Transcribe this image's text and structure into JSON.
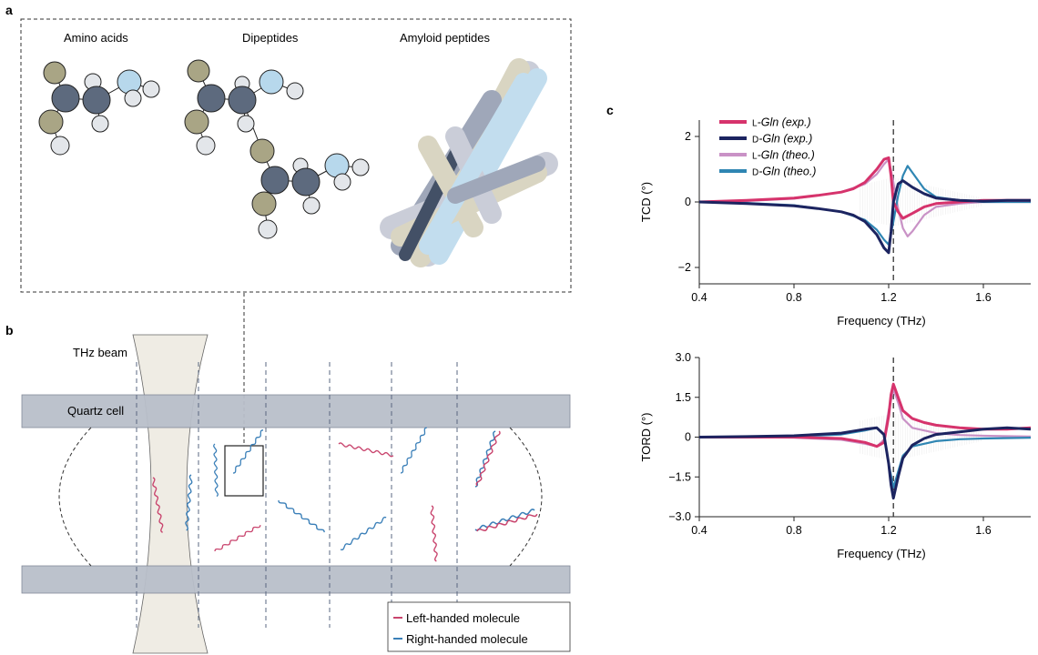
{
  "panels": {
    "a": {
      "letter": "a",
      "categories": [
        "Amino acids",
        "Dipeptides",
        "Amyloid peptides"
      ]
    },
    "b": {
      "letter": "b",
      "beam_label": "THz beam",
      "cell_label": "Quartz cell",
      "legend": [
        {
          "label": "Left-handed molecule",
          "color": "#c9456e"
        },
        {
          "label": "Right-handed molecule",
          "color": "#3a7fb8"
        }
      ]
    },
    "c": {
      "letter": "c"
    }
  },
  "colors": {
    "L_exp": "#d6336c",
    "D_exp": "#1c2460",
    "L_theo": "#c992c6",
    "D_theo": "#2f86b3",
    "atom_dark": "#5d6a7e",
    "atom_olive": "#a9a585",
    "atom_light_blue": "#b7d8ec",
    "atom_light": "#e3e6ea",
    "quartz": "#b9bfca",
    "beam": "#efece4"
  },
  "chart_data": [
    {
      "type": "line",
      "xlabel": "Frequency (THz)",
      "ylabel": "TCD (°)",
      "xlim": [
        0.4,
        1.8
      ],
      "ylim": [
        -2.5,
        2.5
      ],
      "xticks": [
        "0.4",
        "0.8",
        "1.2",
        "1.6"
      ],
      "xtick_values": [
        0.4,
        0.8,
        1.2,
        1.6
      ],
      "yticks": [
        "2",
        "0",
        "−2"
      ],
      "ytick_values": [
        2,
        0,
        -2
      ],
      "vline": 1.22,
      "legend_placement": "top-left",
      "series": [
        {
          "name": "L-Gln (exp.)",
          "name_prefix": "L",
          "name_rest": "-Gln (exp.)",
          "color": "#d6336c",
          "x": [
            0.4,
            0.6,
            0.8,
            0.9,
            1.0,
            1.05,
            1.1,
            1.15,
            1.18,
            1.2,
            1.21,
            1.22,
            1.24,
            1.26,
            1.3,
            1.35,
            1.4,
            1.5,
            1.6,
            1.7,
            1.8
          ],
          "y": [
            0.0,
            0.05,
            0.12,
            0.2,
            0.3,
            0.4,
            0.6,
            1.0,
            1.3,
            1.35,
            0.8,
            0.0,
            -0.3,
            -0.5,
            -0.35,
            -0.15,
            -0.05,
            0.0,
            0.05,
            0.05,
            0.05
          ]
        },
        {
          "name": "D-Gln (exp.)",
          "name_prefix": "D",
          "name_rest": "-Gln (exp.)",
          "color": "#1c2460",
          "x": [
            0.4,
            0.6,
            0.8,
            0.9,
            1.0,
            1.05,
            1.1,
            1.15,
            1.18,
            1.2,
            1.21,
            1.22,
            1.24,
            1.26,
            1.3,
            1.35,
            1.4,
            1.5,
            1.6,
            1.7,
            1.8
          ],
          "y": [
            0.0,
            -0.05,
            -0.12,
            -0.2,
            -0.3,
            -0.4,
            -0.6,
            -1.0,
            -1.4,
            -1.55,
            -0.9,
            0.0,
            0.55,
            0.65,
            0.45,
            0.25,
            0.12,
            0.05,
            0.02,
            0.05,
            0.05
          ]
        },
        {
          "name": "L-Gln (theo.)",
          "name_prefix": "L",
          "name_rest": "-Gln (theo.)",
          "color": "#c992c6",
          "x": [
            0.4,
            0.6,
            0.8,
            1.0,
            1.1,
            1.15,
            1.18,
            1.2,
            1.22,
            1.24,
            1.26,
            1.28,
            1.3,
            1.35,
            1.4,
            1.5,
            1.6,
            1.8
          ],
          "y": [
            0.0,
            0.03,
            0.1,
            0.3,
            0.55,
            0.85,
            1.15,
            1.3,
            0.6,
            -0.2,
            -0.8,
            -1.05,
            -0.9,
            -0.4,
            -0.15,
            -0.05,
            0.0,
            0.0
          ]
        },
        {
          "name": "D-Gln (theo.)",
          "name_prefix": "D",
          "name_rest": "-Gln (theo.)",
          "color": "#2f86b3",
          "x": [
            0.4,
            0.6,
            0.8,
            1.0,
            1.1,
            1.15,
            1.18,
            1.2,
            1.22,
            1.24,
            1.26,
            1.28,
            1.3,
            1.35,
            1.4,
            1.5,
            1.6,
            1.8
          ],
          "y": [
            0.0,
            -0.03,
            -0.1,
            -0.3,
            -0.55,
            -0.85,
            -1.15,
            -1.3,
            -0.6,
            0.2,
            0.8,
            1.1,
            0.9,
            0.4,
            0.15,
            0.05,
            0.0,
            0.0
          ]
        }
      ]
    },
    {
      "type": "line",
      "xlabel": "Frequency (THz)",
      "ylabel": "TORD (°)",
      "xlim": [
        0.4,
        1.8
      ],
      "ylim": [
        -3.0,
        3.0
      ],
      "xticks": [
        "0.4",
        "0.8",
        "1.2",
        "1.6"
      ],
      "xtick_values": [
        0.4,
        0.8,
        1.2,
        1.6
      ],
      "yticks": [
        "3.0",
        "1.5",
        "0",
        "−1.5",
        "−3.0"
      ],
      "ytick_values": [
        3.0,
        1.5,
        0,
        -1.5,
        -3.0
      ],
      "vline": 1.22,
      "series": [
        {
          "name": "L-Gln (exp.)",
          "color": "#d6336c",
          "x": [
            0.4,
            0.6,
            0.8,
            1.0,
            1.1,
            1.15,
            1.18,
            1.2,
            1.21,
            1.22,
            1.24,
            1.26,
            1.3,
            1.35,
            1.4,
            1.5,
            1.6,
            1.7,
            1.8
          ],
          "y": [
            0.0,
            0.0,
            0.0,
            -0.05,
            -0.2,
            -0.35,
            -0.2,
            0.8,
            1.6,
            2.0,
            1.5,
            1.0,
            0.7,
            0.55,
            0.45,
            0.35,
            0.3,
            0.3,
            0.35
          ]
        },
        {
          "name": "D-Gln (exp.)",
          "color": "#1c2460",
          "x": [
            0.4,
            0.6,
            0.8,
            1.0,
            1.1,
            1.15,
            1.18,
            1.2,
            1.21,
            1.22,
            1.24,
            1.26,
            1.3,
            1.35,
            1.4,
            1.5,
            1.6,
            1.7,
            1.8
          ],
          "y": [
            0.0,
            0.02,
            0.05,
            0.15,
            0.3,
            0.35,
            0.1,
            -1.0,
            -1.8,
            -2.3,
            -1.5,
            -0.8,
            -0.3,
            -0.05,
            0.1,
            0.2,
            0.3,
            0.35,
            0.3
          ]
        },
        {
          "name": "L-Gln (theo.)",
          "color": "#c992c6",
          "x": [
            0.4,
            0.6,
            0.8,
            1.0,
            1.1,
            1.15,
            1.18,
            1.2,
            1.22,
            1.24,
            1.26,
            1.3,
            1.4,
            1.5,
            1.6,
            1.8
          ],
          "y": [
            0.0,
            0.0,
            -0.02,
            -0.1,
            -0.25,
            -0.35,
            -0.1,
            1.0,
            1.8,
            1.3,
            0.7,
            0.35,
            0.15,
            0.08,
            0.05,
            0.02
          ]
        },
        {
          "name": "D-Gln (theo.)",
          "color": "#2f86b3",
          "x": [
            0.4,
            0.6,
            0.8,
            1.0,
            1.1,
            1.15,
            1.18,
            1.2,
            1.22,
            1.24,
            1.26,
            1.3,
            1.4,
            1.5,
            1.6,
            1.8
          ],
          "y": [
            0.0,
            0.0,
            0.02,
            0.1,
            0.25,
            0.35,
            0.1,
            -1.0,
            -1.9,
            -1.3,
            -0.7,
            -0.35,
            -0.15,
            -0.08,
            -0.05,
            -0.02
          ]
        }
      ]
    }
  ]
}
